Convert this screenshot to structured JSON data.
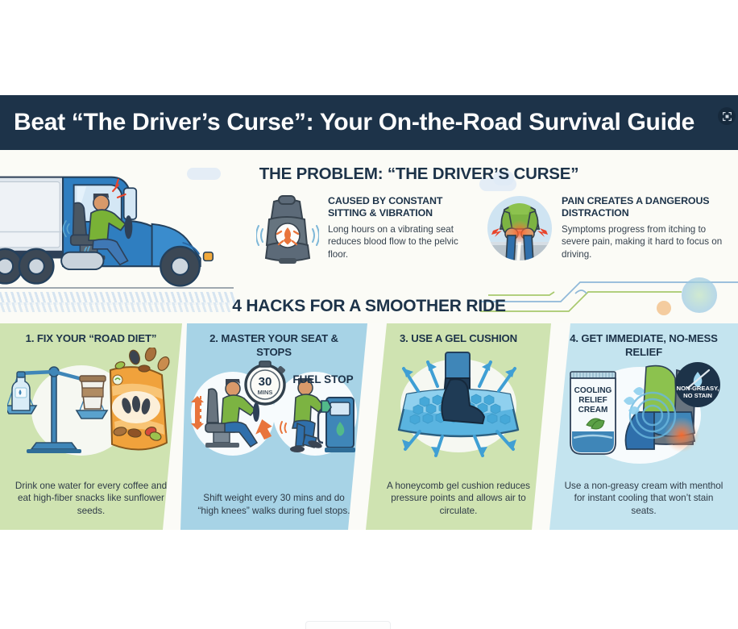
{
  "header": {
    "title": "Beat “The Driver’s Curse”: Your On-the-Road Survival Guide",
    "icon": "expand-fullscreen-icon",
    "background_color": "#1d3349",
    "text_color": "#fdfdfd"
  },
  "problem": {
    "heading": "THE PROBLEM: “THE DRIVER’S CURSE”",
    "cards": [
      {
        "title": "CAUSED BY CONSTANT SITTING & VIBRATION",
        "body": "Long hours on a vibrating seat reduces blood flow to the pelvic floor.",
        "art": "vibrating-truck-seat-icon"
      },
      {
        "title": "PAIN CREATES A DANGEROUS DISTRACTION",
        "body": "Symptoms progress from itching to severe pain, making it hard to focus on driving.",
        "art": "driver-back-pain-icon"
      }
    ],
    "truck_art": "semi-truck-with-driver-illustration"
  },
  "hacks": {
    "heading": "4 HACKS FOR A SMOOTHER RIDE",
    "panels": [
      {
        "title": "1. FIX YOUR “ROAD DIET”",
        "caption": "Drink one water for every coffee and eat high-fiber snacks like sunflower seeds.",
        "art": "balance-scale-water-vs-coffee-with-snack-bag",
        "background_color": "#cfe3b1"
      },
      {
        "title": "2. MASTER YOUR SEAT & STOPS",
        "caption": "Shift weight every 30 mins and do “high knees” walks during fuel stops.",
        "art": "seated-driver-stopwatch-and-fuel-stop",
        "background_color": "#a7d3e6",
        "labels": {
          "stopwatch_value": "30",
          "stopwatch_unit": "MINS",
          "fuel_sign": "FUEL STOP"
        }
      },
      {
        "title": "3. USE A GEL CUSHION",
        "caption": "A honeycomb gel cushion reduces pressure points and allows air to circulate.",
        "art": "honeycomb-gel-cushion-with-airflow-arrows",
        "background_color": "#cfe3b1"
      },
      {
        "title": "4. GET IMMEDIATE, NO-MESS RELIEF",
        "caption": "Use a non-greasy cream with menthol for instant cooling that won’t stain seats.",
        "art": "cooling-cream-tube-and-seat",
        "background_color": "#c4e4ef",
        "labels": {
          "tube_line1": "COOLING",
          "tube_line2": "RELIEF",
          "tube_line3": "CREAM",
          "badge_line1": "NON-GREASY,",
          "badge_line2": "NO STAIN"
        }
      }
    ]
  },
  "palette": {
    "navy": "#1d3349",
    "green_panel": "#cfe3b1",
    "blue_panel": "#a7d3e6",
    "light_blue_panel": "#c4e4ef",
    "canvas": "#fbfbf7",
    "orange_accent": "#e8743b",
    "truck_blue": "#2f7ec0"
  }
}
